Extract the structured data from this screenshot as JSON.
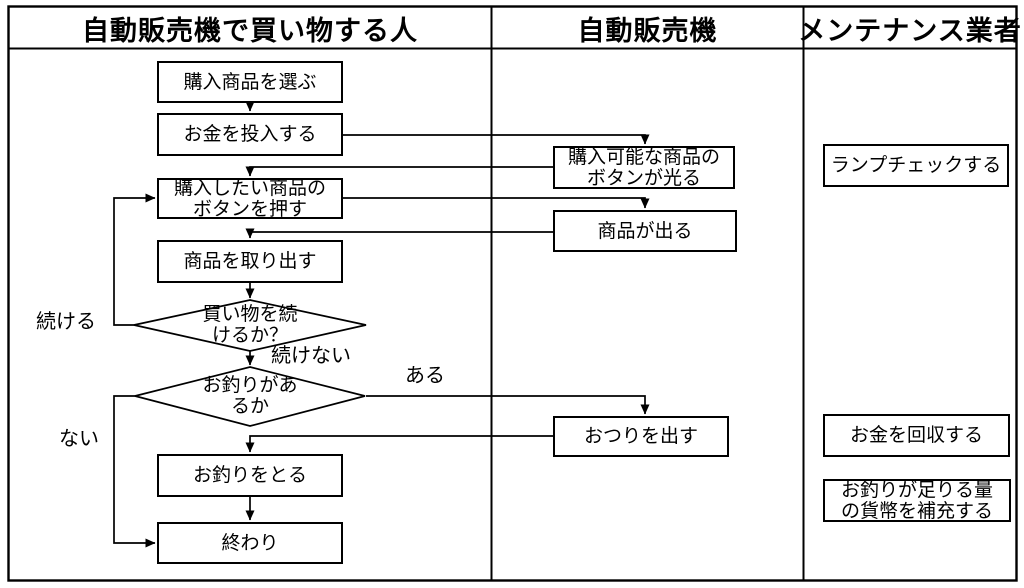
{
  "lanes": [
    {
      "title": "自動販売機で買い物する人"
    },
    {
      "title": "自動販売機"
    },
    {
      "title": "メンテナンス業者"
    }
  ],
  "nodes": {
    "select": {
      "label": "購入商品を選ぶ"
    },
    "insert": {
      "label": "お金を投入する"
    },
    "press": {
      "label": "購入したい商品の\nボタンを押す"
    },
    "takeout": {
      "label": "商品を取り出す"
    },
    "take_change": {
      "label": "お釣りをとる"
    },
    "end": {
      "label": "終わり"
    },
    "light": {
      "label": "購入可能な商品の\nボタンが光る"
    },
    "dispense": {
      "label": "商品が出る"
    },
    "dispense_change": {
      "label": "おつりを出す"
    },
    "lamp_check": {
      "label": "ランプチェックする"
    },
    "collect_money": {
      "label": "お金を回収する"
    },
    "refill_change": {
      "label": "お釣りが足りる量\nの貨幣を補充する"
    }
  },
  "decisions": {
    "continue_shopping": {
      "label": "買い物を続\nけるか？"
    },
    "change_exists": {
      "label": "お釣りがあ\nるか"
    }
  },
  "edge_labels": {
    "continue": "続ける",
    "not_continue": "続けない",
    "has_change": "ある",
    "no_change": "ない"
  },
  "colors": {
    "line": "#000000",
    "background": "#ffffff",
    "text": "#000000"
  }
}
